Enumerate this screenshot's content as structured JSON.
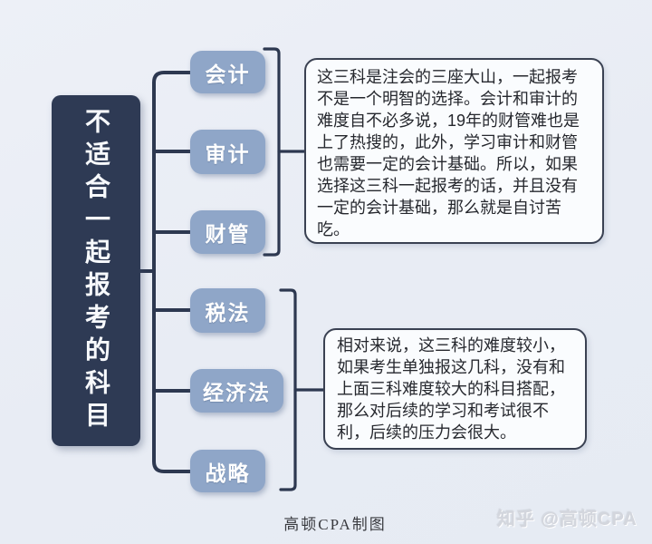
{
  "colors": {
    "background": "#E9EDF4",
    "main_node_fill": "#2E3A54",
    "subject_node_fill": "#8FA6C8",
    "connector": "#2D3850",
    "note_background": "#FAFCFE",
    "note_border": "#3A4152",
    "note_text": "#26282E",
    "watermark_gray": "#D3D6DD"
  },
  "main_topic": {
    "label": "不适合一起报考的科目"
  },
  "subjects": [
    {
      "label": "会计"
    },
    {
      "label": "审计"
    },
    {
      "label": "财管"
    },
    {
      "label": "税法"
    },
    {
      "label": "经济法"
    },
    {
      "label": "战略"
    }
  ],
  "notes": [
    {
      "group": "会计 / 审计 / 财管",
      "lines": [
        "这三科是注会的三座大山，一起报考",
        "不是一个明智的选择。会计和审计的",
        "难度自不必多说，19年的财管难也是",
        "上了热搜的，此外，学习审计和财管",
        "也需要一定的会计基础。所以，如果",
        "选择这三科一起报考的话，并且没有",
        "一定的会计基础，那么就是自讨苦",
        "吃。"
      ]
    },
    {
      "group": "税法 / 经济法 / 战略",
      "lines": [
        "相对来说，这三科的难度较小，",
        "如果考生单独报这几科，没有和",
        "上面三科难度较大的科目搭配，",
        "那么对后续的学习和考试很不",
        "利，后续的压力会很大。"
      ]
    }
  ],
  "footer": {
    "credit": "高顿CPA制图",
    "watermark": "知乎 @高顿CPA"
  }
}
